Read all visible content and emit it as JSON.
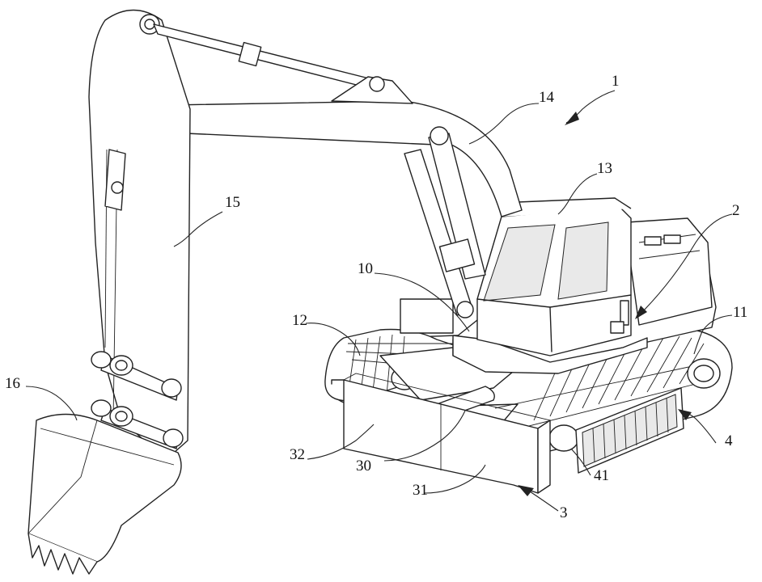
{
  "figure": {
    "labels": {
      "l1": "1",
      "l2": "2",
      "l3": "3",
      "l4": "4",
      "l10": "10",
      "l11": "11",
      "l12": "12",
      "l13": "13",
      "l14": "14",
      "l15": "15",
      "l16": "16",
      "l30": "30",
      "l31": "31",
      "l32": "32",
      "l41": "41"
    }
  }
}
